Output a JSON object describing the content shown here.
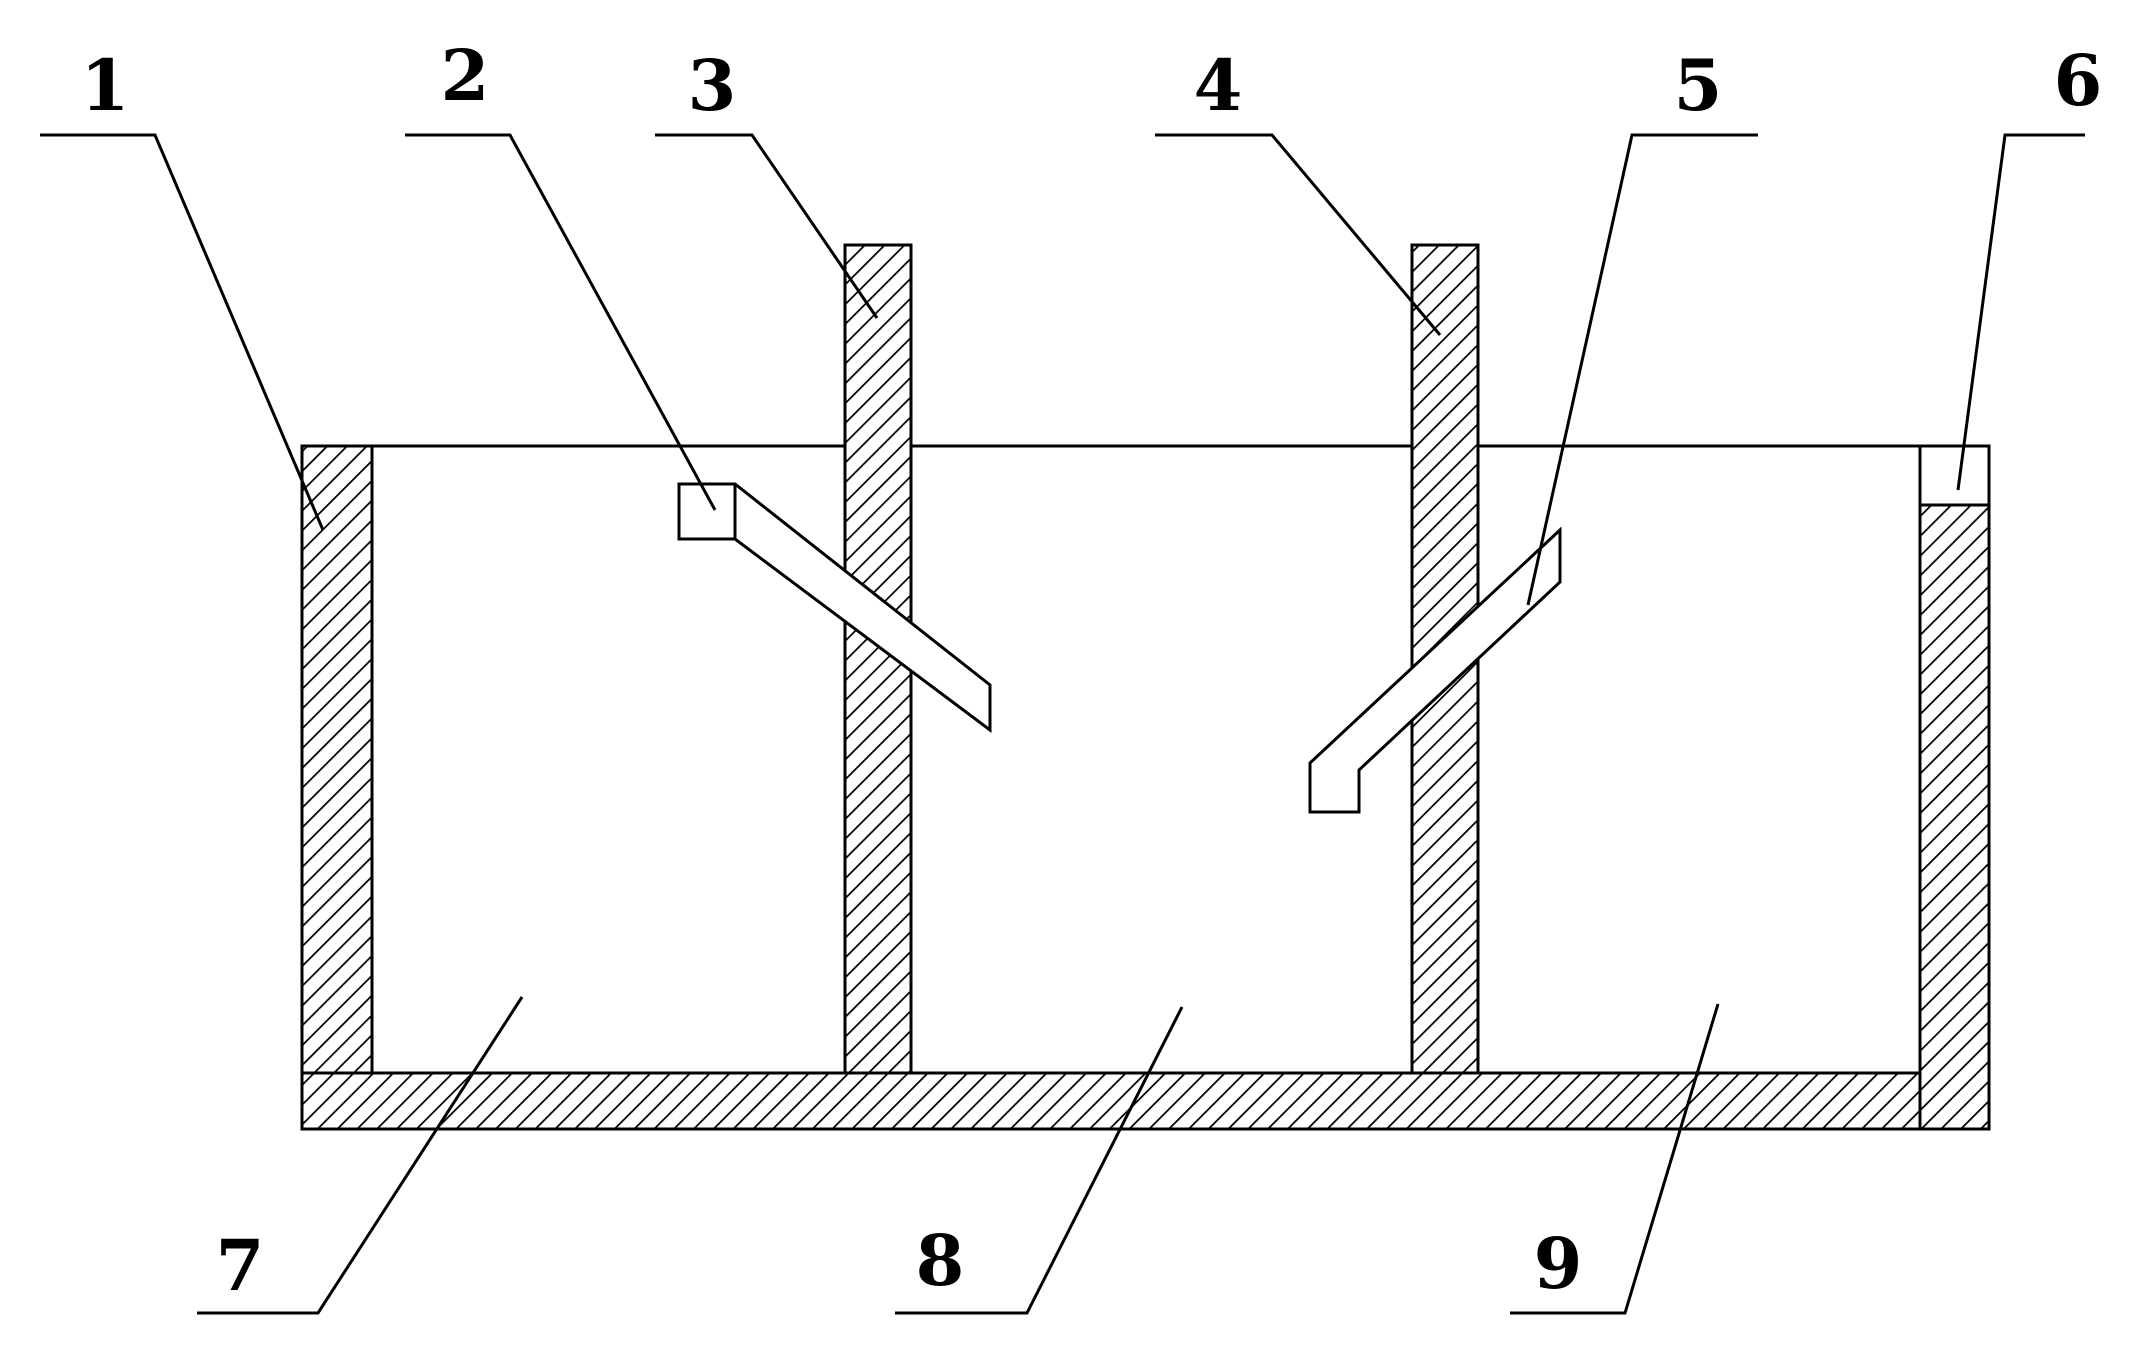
{
  "labels": {
    "l1": "1",
    "l2": "2",
    "l3": "3",
    "l4": "4",
    "l5": "5",
    "l6": "6",
    "l7": "7",
    "l8": "8",
    "l9": "9"
  },
  "colors": {
    "stroke": "#000000",
    "background": "#ffffff",
    "hatch": "#000000"
  }
}
